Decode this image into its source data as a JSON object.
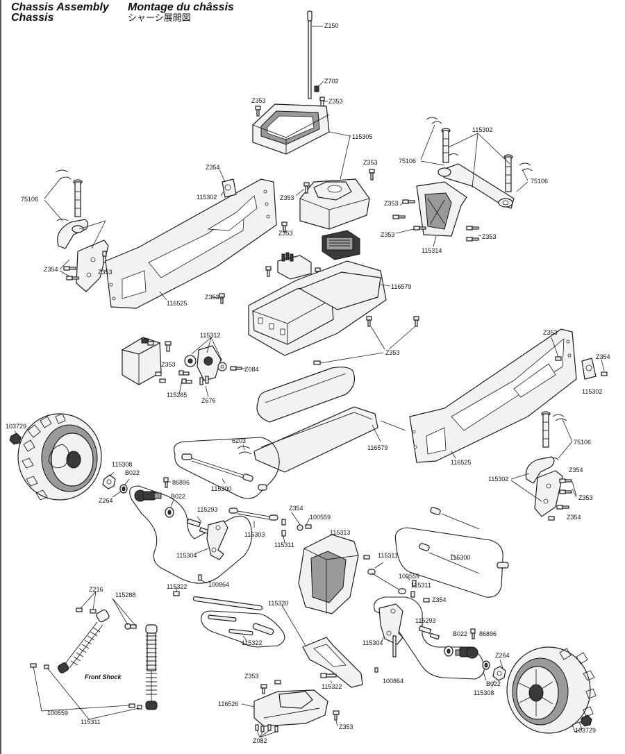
{
  "header": {
    "title_en": "Chassis Assembly",
    "title_fr": "Montage du châssis",
    "title_de": "Chassis",
    "title_jp": "シャーシ展開図"
  },
  "labels": {
    "z150": "Z150",
    "z702": "Z702",
    "z353": "Z353",
    "z354": "Z354",
    "p115305": "115305",
    "p115302": "115302",
    "p75106": "75106",
    "p115314": "115314",
    "p116579": "116579",
    "p116525": "116525",
    "p115312": "115312",
    "z084": "Z084",
    "z676": "Z676",
    "p115285": "115285",
    "p103729": "103729",
    "p6203": "6203",
    "p115308": "115308",
    "b022": "B022",
    "z264": "Z264",
    "p86896": "86896",
    "p115300": "115300",
    "p115293": "115293",
    "p115304": "115304",
    "p100864": "100864",
    "p115303": "115303",
    "p100559": "100559",
    "p115311": "115311",
    "p115313": "115313",
    "z216": "Z216",
    "p115288": "115288",
    "p115322": "115322",
    "p115320": "115320",
    "p116526": "116526",
    "z082": "Z082",
    "front_shock": "Front Shock"
  }
}
